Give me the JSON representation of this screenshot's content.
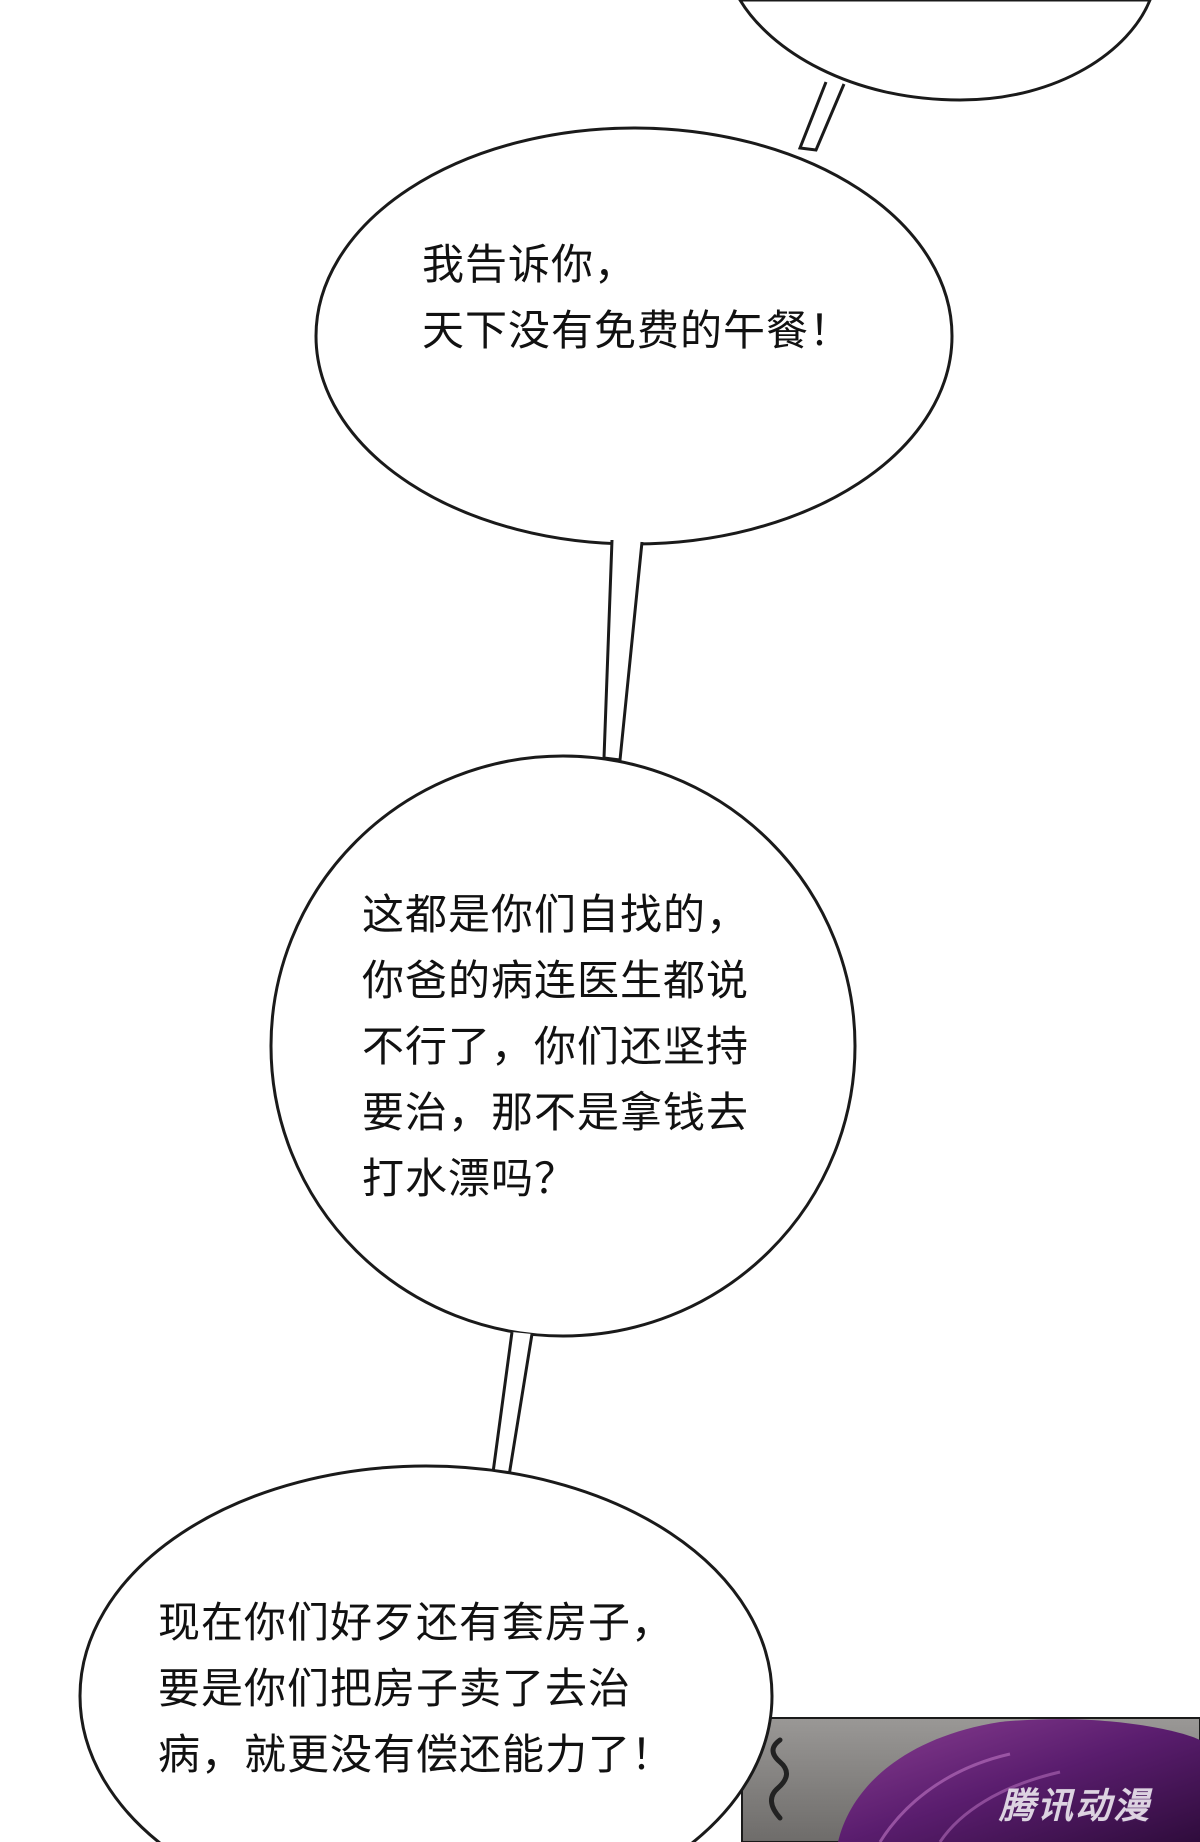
{
  "bubbles": [
    {
      "lines": [
        "我告诉你，",
        "天下没有免费的午餐！"
      ]
    },
    {
      "lines": [
        "这都是你们自找的，",
        "你爸的病连医生都说",
        "不行了，你们还坚持",
        "要治，那不是拿钱去",
        "打水漂吗？"
      ]
    },
    {
      "lines": [
        "现在你们好歹还有套房子，",
        "要是你们把房子卖了去治",
        "病，就更没有偿还能力了！"
      ]
    }
  ],
  "watermark": {
    "text": "腾讯动漫"
  },
  "colors": {
    "background": "#ffffff",
    "outline": "#1a1a1a",
    "text": "#111111",
    "hair": "#5a1d6e",
    "panel_bg": "#7c7a78"
  }
}
